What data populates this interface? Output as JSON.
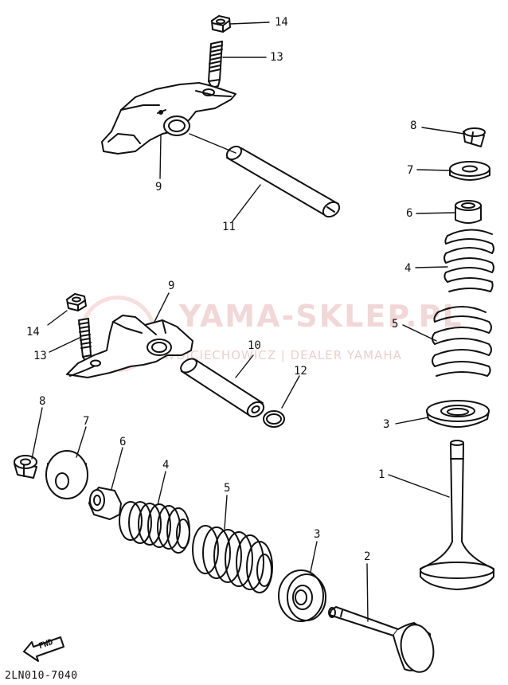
{
  "watermark": {
    "brand": "YAMA-SKLEP.PL",
    "subtitle": "WOJCIECHOWICZ | DEALER YAMAHA"
  },
  "fwd_label": "FWD",
  "diagram_code": "2LN010-7040",
  "callouts": {
    "c14_top": "14",
    "c13_top": "13",
    "c9_top": "9",
    "c11": "11",
    "c8_right": "8",
    "c7_right": "7",
    "c6_right": "6",
    "c4_right": "4",
    "c5_right": "5",
    "c3_right": "3",
    "c1": "1",
    "c9_mid": "9",
    "c14_mid": "14",
    "c13_mid": "13",
    "c10": "10",
    "c12": "12",
    "c8_left": "8",
    "c7_left": "7",
    "c6_left": "6",
    "c4_left": "4",
    "c5_left": "5",
    "c3_left": "3",
    "c2": "2"
  }
}
